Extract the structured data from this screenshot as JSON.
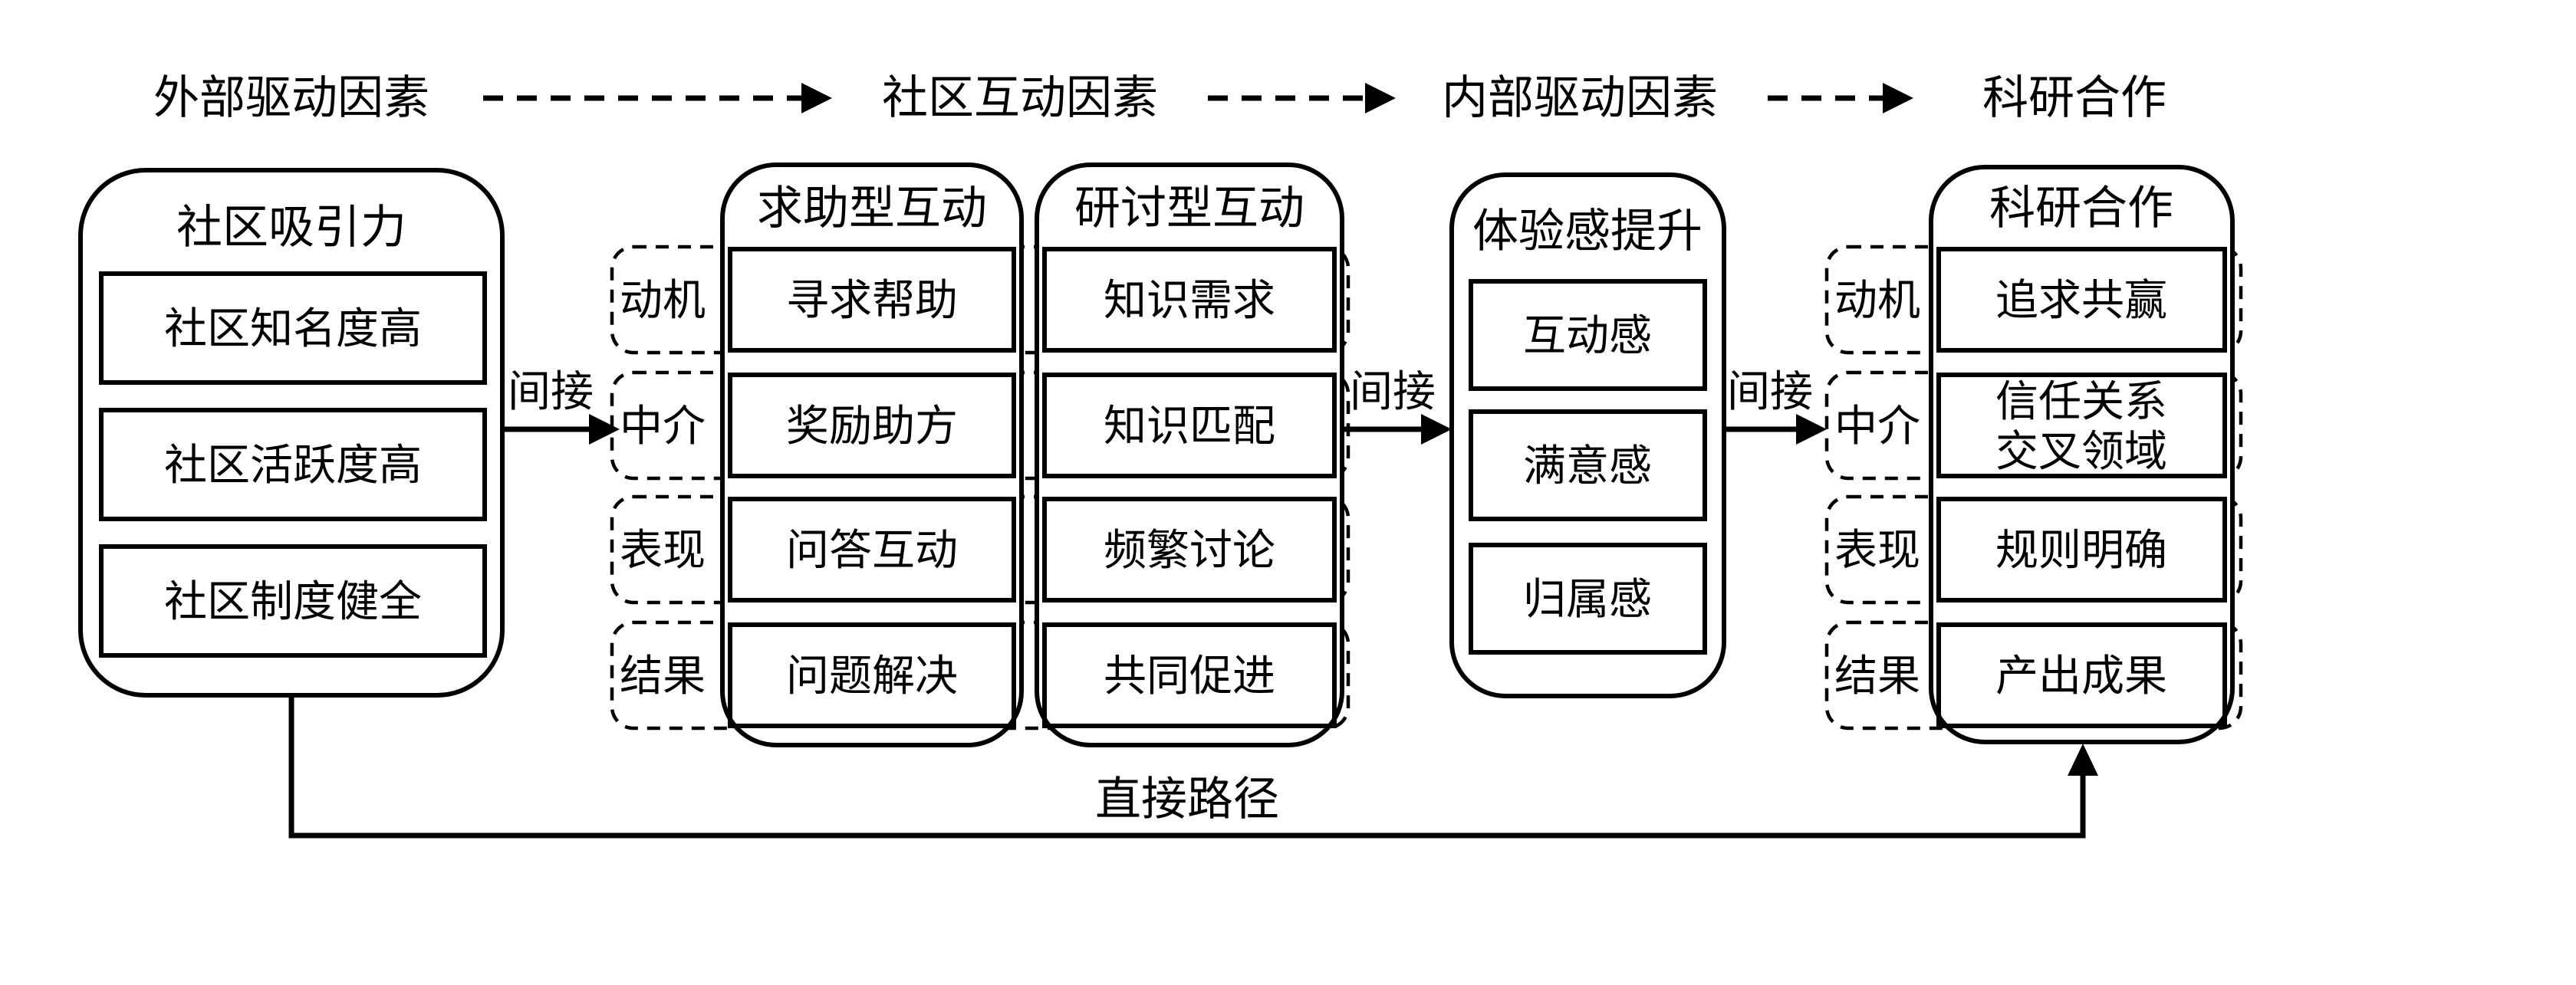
{
  "flow": {
    "external": "外部驱动因素",
    "community": "社区互动因素",
    "internal": "内部驱动因素",
    "research": "科研合作"
  },
  "attraction": {
    "title": "社区吸引力",
    "items": [
      "社区知名度高",
      "社区活跃度高",
      "社区制度健全"
    ]
  },
  "row_labels": [
    "动机",
    "中介",
    "表现",
    "结果"
  ],
  "help_interaction": {
    "title": "求助型互动",
    "items": [
      "寻求帮助",
      "奖励助方",
      "问答互动",
      "问题解决"
    ]
  },
  "discussion_interaction": {
    "title": "研讨型互动",
    "items": [
      "知识需求",
      "知识匹配",
      "频繁讨论",
      "共同促进"
    ]
  },
  "experience": {
    "title": "体验感提升",
    "items": [
      "互动感",
      "满意感",
      "归属感"
    ]
  },
  "cooperation": {
    "title": "科研合作",
    "items": [
      "追求共赢",
      "信任关系",
      "交叉领域",
      "规则明确",
      "产出成果"
    ]
  },
  "edges": {
    "indirect": "间接",
    "direct": "直接路径"
  }
}
